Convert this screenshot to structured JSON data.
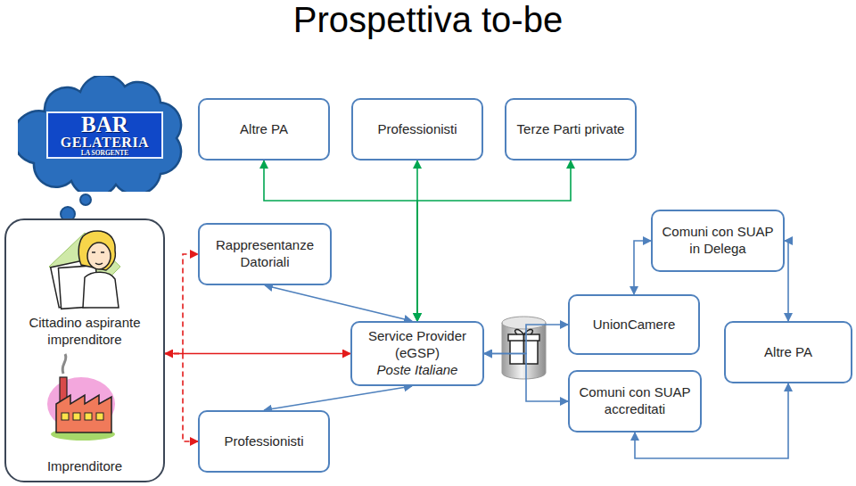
{
  "diagram": {
    "title": "Prospettiva to-be",
    "nodes": [
      {
        "text": [
          "BAR",
          "GELATERIA",
          "LA SORGENTE"
        ]
      },
      {
        "text": [
          "Altre PA"
        ]
      },
      {
        "text": [
          "Professionisti"
        ]
      },
      {
        "text": [
          "Terze Parti private"
        ]
      },
      {
        "text": [
          "Cittadino aspirante imprenditore",
          "Imprenditore"
        ]
      },
      {
        "text": [
          "Rappresentanze Datoriali"
        ]
      },
      {
        "text": [
          "Comuni con SUAP in Delega"
        ]
      },
      {
        "text": [
          "Service Provider (eGSP)",
          "Poste Italiane"
        ]
      },
      {
        "text": [
          "UnionCamere"
        ]
      },
      {
        "text": [
          "Altre PA"
        ]
      },
      {
        "text": [
          "Comuni con SUAP accreditati"
        ]
      },
      {
        "text": [
          "Professionisti"
        ]
      }
    ],
    "edges": [
      {
        "from": 1,
        "to": 7,
        "arrow": "both"
      },
      {
        "from": 2,
        "to": 7,
        "arrow": "both"
      },
      {
        "from": 3,
        "to": 7,
        "arrow": "both"
      },
      {
        "from": 4,
        "to": 7,
        "arrow": "both"
      },
      {
        "from": 4,
        "to": 5,
        "arrow": "to"
      },
      {
        "from": 4,
        "to": 11,
        "arrow": "to"
      },
      {
        "from": 5,
        "to": 7,
        "arrow": "both"
      },
      {
        "from": 11,
        "to": 7,
        "arrow": "both"
      },
      {
        "from": 7,
        "to": 8,
        "arrow": "both"
      },
      {
        "from": 7,
        "to": 10,
        "arrow": "both"
      },
      {
        "from": 8,
        "to": 6,
        "arrow": "both"
      },
      {
        "from": 6,
        "to": 9,
        "arrow": "both"
      },
      {
        "from": 10,
        "to": 9,
        "arrow": "both"
      }
    ]
  }
}
